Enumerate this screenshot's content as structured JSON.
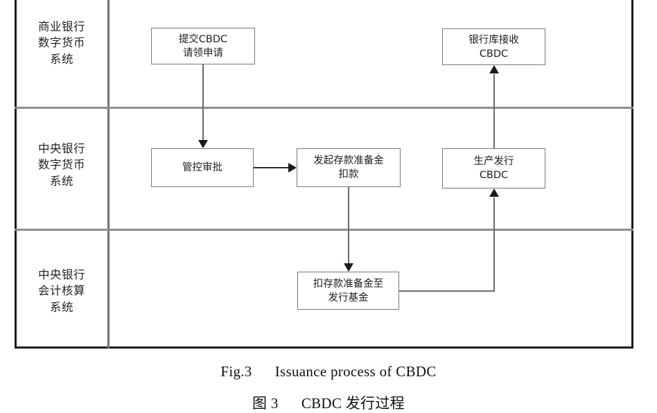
{
  "figure": {
    "type": "swimlane-flowchart",
    "lanes": [
      {
        "id": "lane-commercial-bank",
        "label_lines": [
          "商业银行",
          "数字货币",
          "系统"
        ]
      },
      {
        "id": "lane-central-bank-digital-currency",
        "label_lines": [
          "中央银行",
          "数字货币",
          "系统"
        ]
      },
      {
        "id": "lane-central-bank-accounting",
        "label_lines": [
          "中央银行",
          "会计核算",
          "系统"
        ]
      }
    ],
    "nodes": [
      {
        "id": "submit-cbdc-request",
        "lane": 0,
        "label_lines": [
          "提交CBDC",
          "请领申请"
        ]
      },
      {
        "id": "bank-vault-receives-cbdc",
        "lane": 0,
        "label_lines": [
          "银行库接收",
          "CBDC"
        ]
      },
      {
        "id": "control-approval",
        "lane": 1,
        "label_lines": [
          "管控审批"
        ]
      },
      {
        "id": "initiate-reserve-deduction",
        "lane": 1,
        "label_lines": [
          "发起存款准备金",
          "扣款"
        ]
      },
      {
        "id": "produce-and-issue-cbdc",
        "lane": 1,
        "label_lines": [
          "生产发行",
          "CBDC"
        ]
      },
      {
        "id": "deduct-reserve-to-issuance-fund",
        "lane": 2,
        "label_lines": [
          "扣存款准备金至",
          "发行基金"
        ]
      }
    ],
    "edges": [
      {
        "from": "submit-cbdc-request",
        "to": "control-approval",
        "direction": "down"
      },
      {
        "from": "control-approval",
        "to": "initiate-reserve-deduction",
        "direction": "right"
      },
      {
        "from": "initiate-reserve-deduction",
        "to": "deduct-reserve-to-issuance-fund",
        "direction": "down"
      },
      {
        "from": "deduct-reserve-to-issuance-fund",
        "to": "produce-and-issue-cbdc",
        "direction": "right-then-up"
      },
      {
        "from": "produce-and-issue-cbdc",
        "to": "bank-vault-receives-cbdc",
        "direction": "up"
      }
    ]
  },
  "caption": {
    "english_prefix": "Fig.3",
    "english_text": "Issuance process of CBDC",
    "chinese_prefix": "图 3",
    "chinese_text": "CBDC 发行过程"
  },
  "colors": {
    "frame_border": "#1a1a1a",
    "lane_divider": "#8e8e8e",
    "node_border": "#777777",
    "connector": "#6b6b6b",
    "arrowhead": "#1a1a1a",
    "text": "#1d1d1d",
    "background": "#ffffff"
  }
}
